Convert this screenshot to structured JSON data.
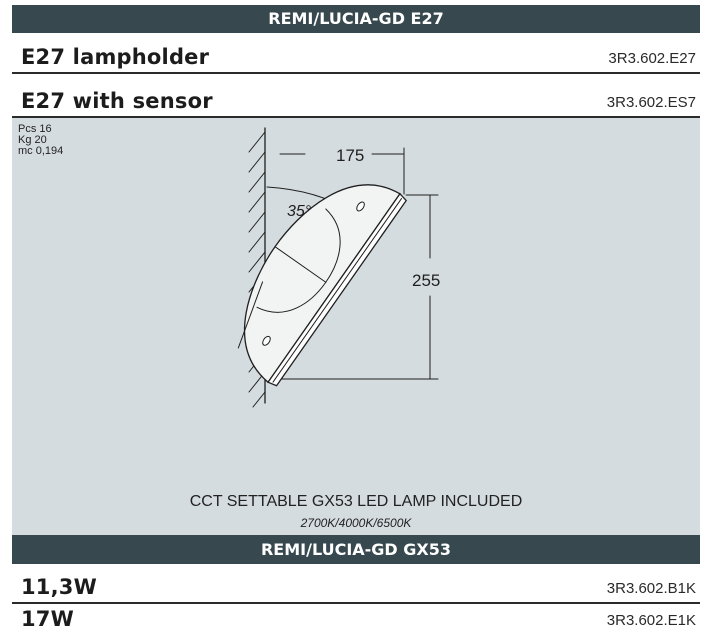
{
  "header": {
    "title": "REMI/LUCIA-GD E27"
  },
  "products_top": [
    {
      "name": "E27 lampholder",
      "code": "3R3.602.E27"
    },
    {
      "name": "E27 with sensor",
      "code": "3R3.602.ES7"
    }
  ],
  "specs": {
    "pcs": "Pcs 16",
    "kg": "Kg 20",
    "mc": "mc 0,194"
  },
  "drawing": {
    "width_label": "175",
    "height_label": "255",
    "angle_label": "35°"
  },
  "note": {
    "line1": "CCT SETTABLE GX53 LED LAMP INCLUDED",
    "line2": "2700K/4000K/6500K"
  },
  "section2": {
    "title": "REMI/LUCIA-GD GX53"
  },
  "products_bottom": [
    {
      "name": "11,3W",
      "code": "3R3.602.B1K"
    },
    {
      "name": "17W",
      "code": "3R3.602.E1K"
    }
  ]
}
